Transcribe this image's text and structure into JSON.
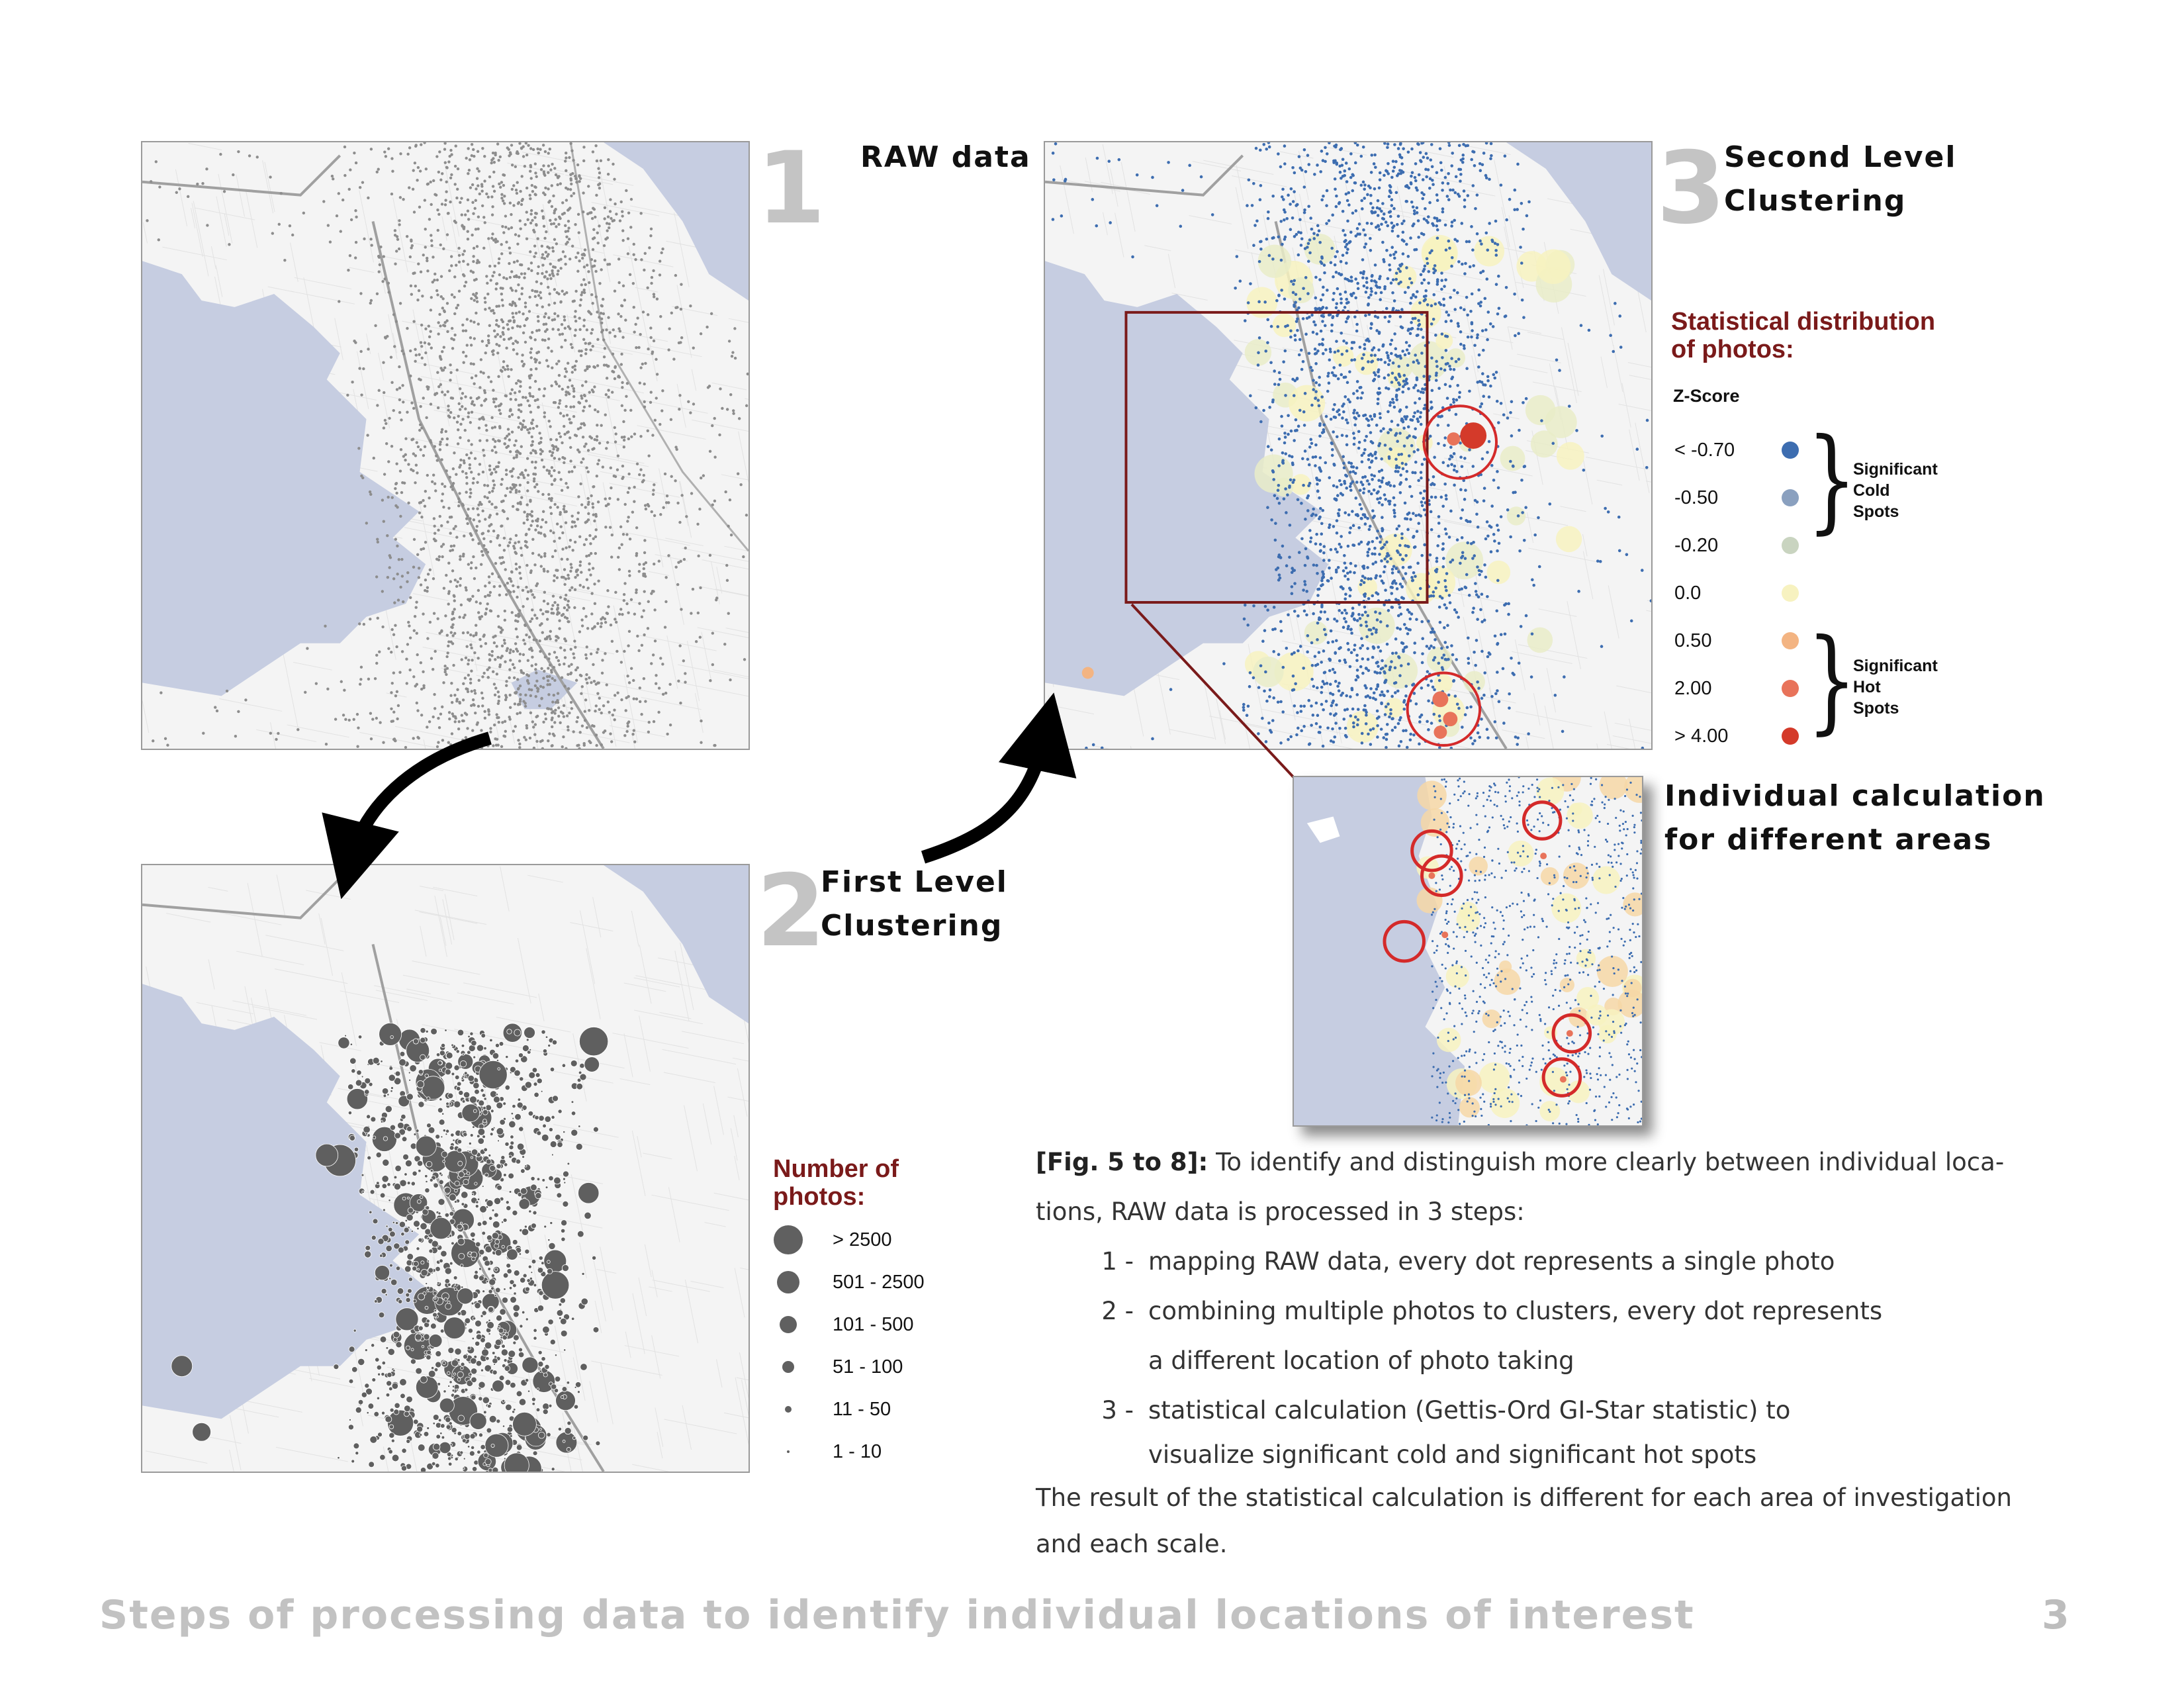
{
  "steps": [
    {
      "number": "1",
      "title_line1": "RAW data",
      "title_line2": ""
    },
    {
      "number": "2",
      "title_line1": "First Level",
      "title_line2": "Clustering"
    },
    {
      "number": "3",
      "title_line1": "Second Level",
      "title_line2": "Clustering"
    }
  ],
  "individual_calc": {
    "line1": "Individual calculation",
    "line2": "for different areas"
  },
  "legend_photos": {
    "title_line1": "Number of",
    "title_line2": "photos:",
    "color": "#606060",
    "classes": [
      "> 2500",
      "501 - 2500",
      "101 - 500",
      "51 - 100",
      "11 - 50",
      "1 - 10"
    ]
  },
  "legend_zscore": {
    "title_line1": "Statistical distribution",
    "title_line2": "of photos:",
    "subtitle": "Z-Score",
    "classes": [
      {
        "label": "< -0.70",
        "color": "#3d6db0"
      },
      {
        "label": "-0.50",
        "color": "#8aa0bf"
      },
      {
        "label": "-0.20",
        "color": "#c9d4c0"
      },
      {
        "label": "0.0",
        "color": "#f7f2c0"
      },
      {
        "label": "0.50",
        "color": "#f3b482"
      },
      {
        "label": "2.00",
        "color": "#e8735a"
      },
      {
        "label": "> 4.00",
        "color": "#d43a2a"
      }
    ],
    "cold_group": [
      "Significant",
      "Cold",
      "Spots"
    ],
    "hot_group": [
      "Significant",
      "Hot",
      "Spots"
    ]
  },
  "caption": {
    "lead": "[Fig. 5 to 8]:",
    "intro": " To identify and distinguish more clearly between individual loca-",
    "intro2": "tions, RAW data is processed in 3 steps:",
    "items": [
      {
        "num": "1 -",
        "text": "mapping RAW data, every dot represents a single photo",
        "cont": ""
      },
      {
        "num": "2 -",
        "text": "combining multiple photos to clusters, every dot represents",
        "cont": "a different location of photo taking"
      },
      {
        "num": "3 -",
        "text": "statistical calculation (Gettis-Ord GI-Star statistic) to",
        "cont": "visualize significant cold and significant hot spots"
      }
    ],
    "outro1": "The result of the statistical calculation is different for each area of investigation",
    "outro2": "and each scale."
  },
  "footer": {
    "title": "Steps of processing data to identify individual locations of interest",
    "page": "3"
  },
  "colors": {
    "water": "#c6cde1",
    "land": "#f4f4f4",
    "road": "#9a9a9a",
    "highlight": "#7a1a1a",
    "hotspot_ring": "#d42a2a"
  }
}
